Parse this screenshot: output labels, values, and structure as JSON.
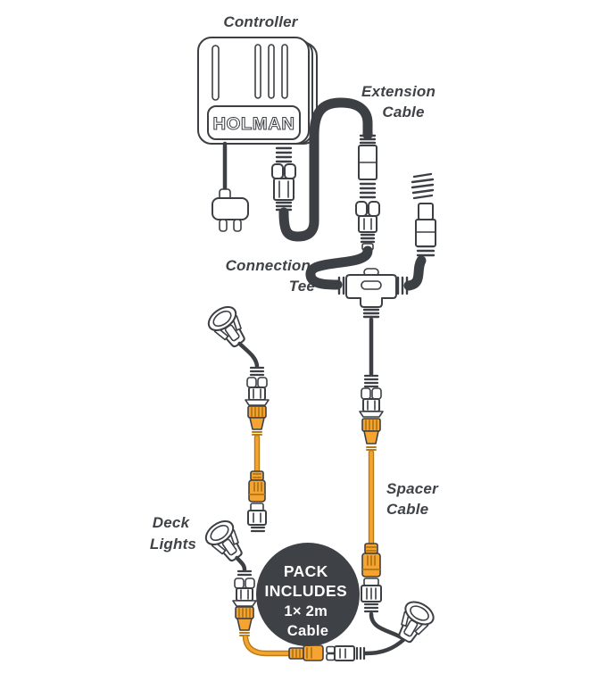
{
  "labels": {
    "controller": "Controller",
    "extension_cable": [
      "Extension",
      "Cable"
    ],
    "connection_tee": [
      "Connection",
      "Tee"
    ],
    "deck_lights": [
      "Deck",
      "Lights"
    ],
    "spacer_cable": [
      "Spacer",
      "Cable"
    ]
  },
  "device": {
    "brand": "HOLMAN"
  },
  "badge": {
    "lines": [
      "PACK",
      "INCLUDES",
      "1× 2m",
      "Cable"
    ]
  },
  "colors": {
    "ink": "#3C3F44",
    "cable_black": "#3C3F44",
    "cable_orange": "#F5A431",
    "cable_orange_edge": "#B97B16",
    "badge_background": "#3E4146",
    "badge_text": "#FFFFFF",
    "background": "#FFFFFF"
  }
}
